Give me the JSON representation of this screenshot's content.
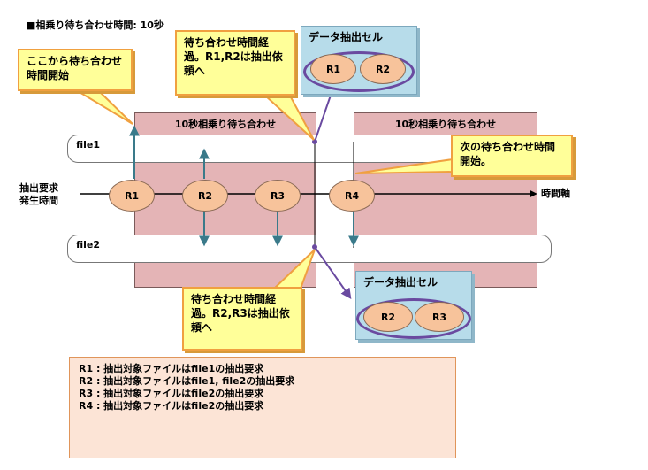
{
  "title": "■相乗り待ち合わせ時間: 10秒",
  "windows": [
    {
      "label": "10秒相乗り待ち合わせ"
    },
    {
      "label": "10秒相乗り待ち合わせ"
    }
  ],
  "files": [
    {
      "label": "file1"
    },
    {
      "label": "file2"
    }
  ],
  "requests": [
    {
      "label": "R1"
    },
    {
      "label": "R2"
    },
    {
      "label": "R3"
    },
    {
      "label": "R4"
    }
  ],
  "axis": {
    "origin_label": "抽出要求\n発生時間",
    "end_label": "時間軸"
  },
  "callouts": {
    "start": "ここから待ち合わせ時間開始",
    "wait1": "待ち合わせ時間経過。R1,R2は抽出依頼へ",
    "next": "次の待ち合わせ時間開始。",
    "wait2": "待ち合わせ時間経過。R2,R3は抽出依頼へ"
  },
  "cells": [
    {
      "title": "データ抽出セル",
      "items": [
        "R1",
        "R2"
      ]
    },
    {
      "title": "データ抽出セル",
      "items": [
        "R2",
        "R3"
      ]
    }
  ],
  "legend": [
    "R1 : 抽出対象ファイルはfile1の抽出要求",
    "R2 : 抽出対象ファイルはfile1, file2の抽出要求",
    "R3 : 抽出対象ファイルはfile2の抽出要求",
    "R4 : 抽出対象ファイルはfile2の抽出要求"
  ],
  "colors": {
    "window": "#e4b4b6",
    "request": "#f7c39b",
    "callout": "#ffff99",
    "cell": "#b7dcea",
    "arrow": "#3a7a8a",
    "pointer": "#6a4aa0"
  }
}
